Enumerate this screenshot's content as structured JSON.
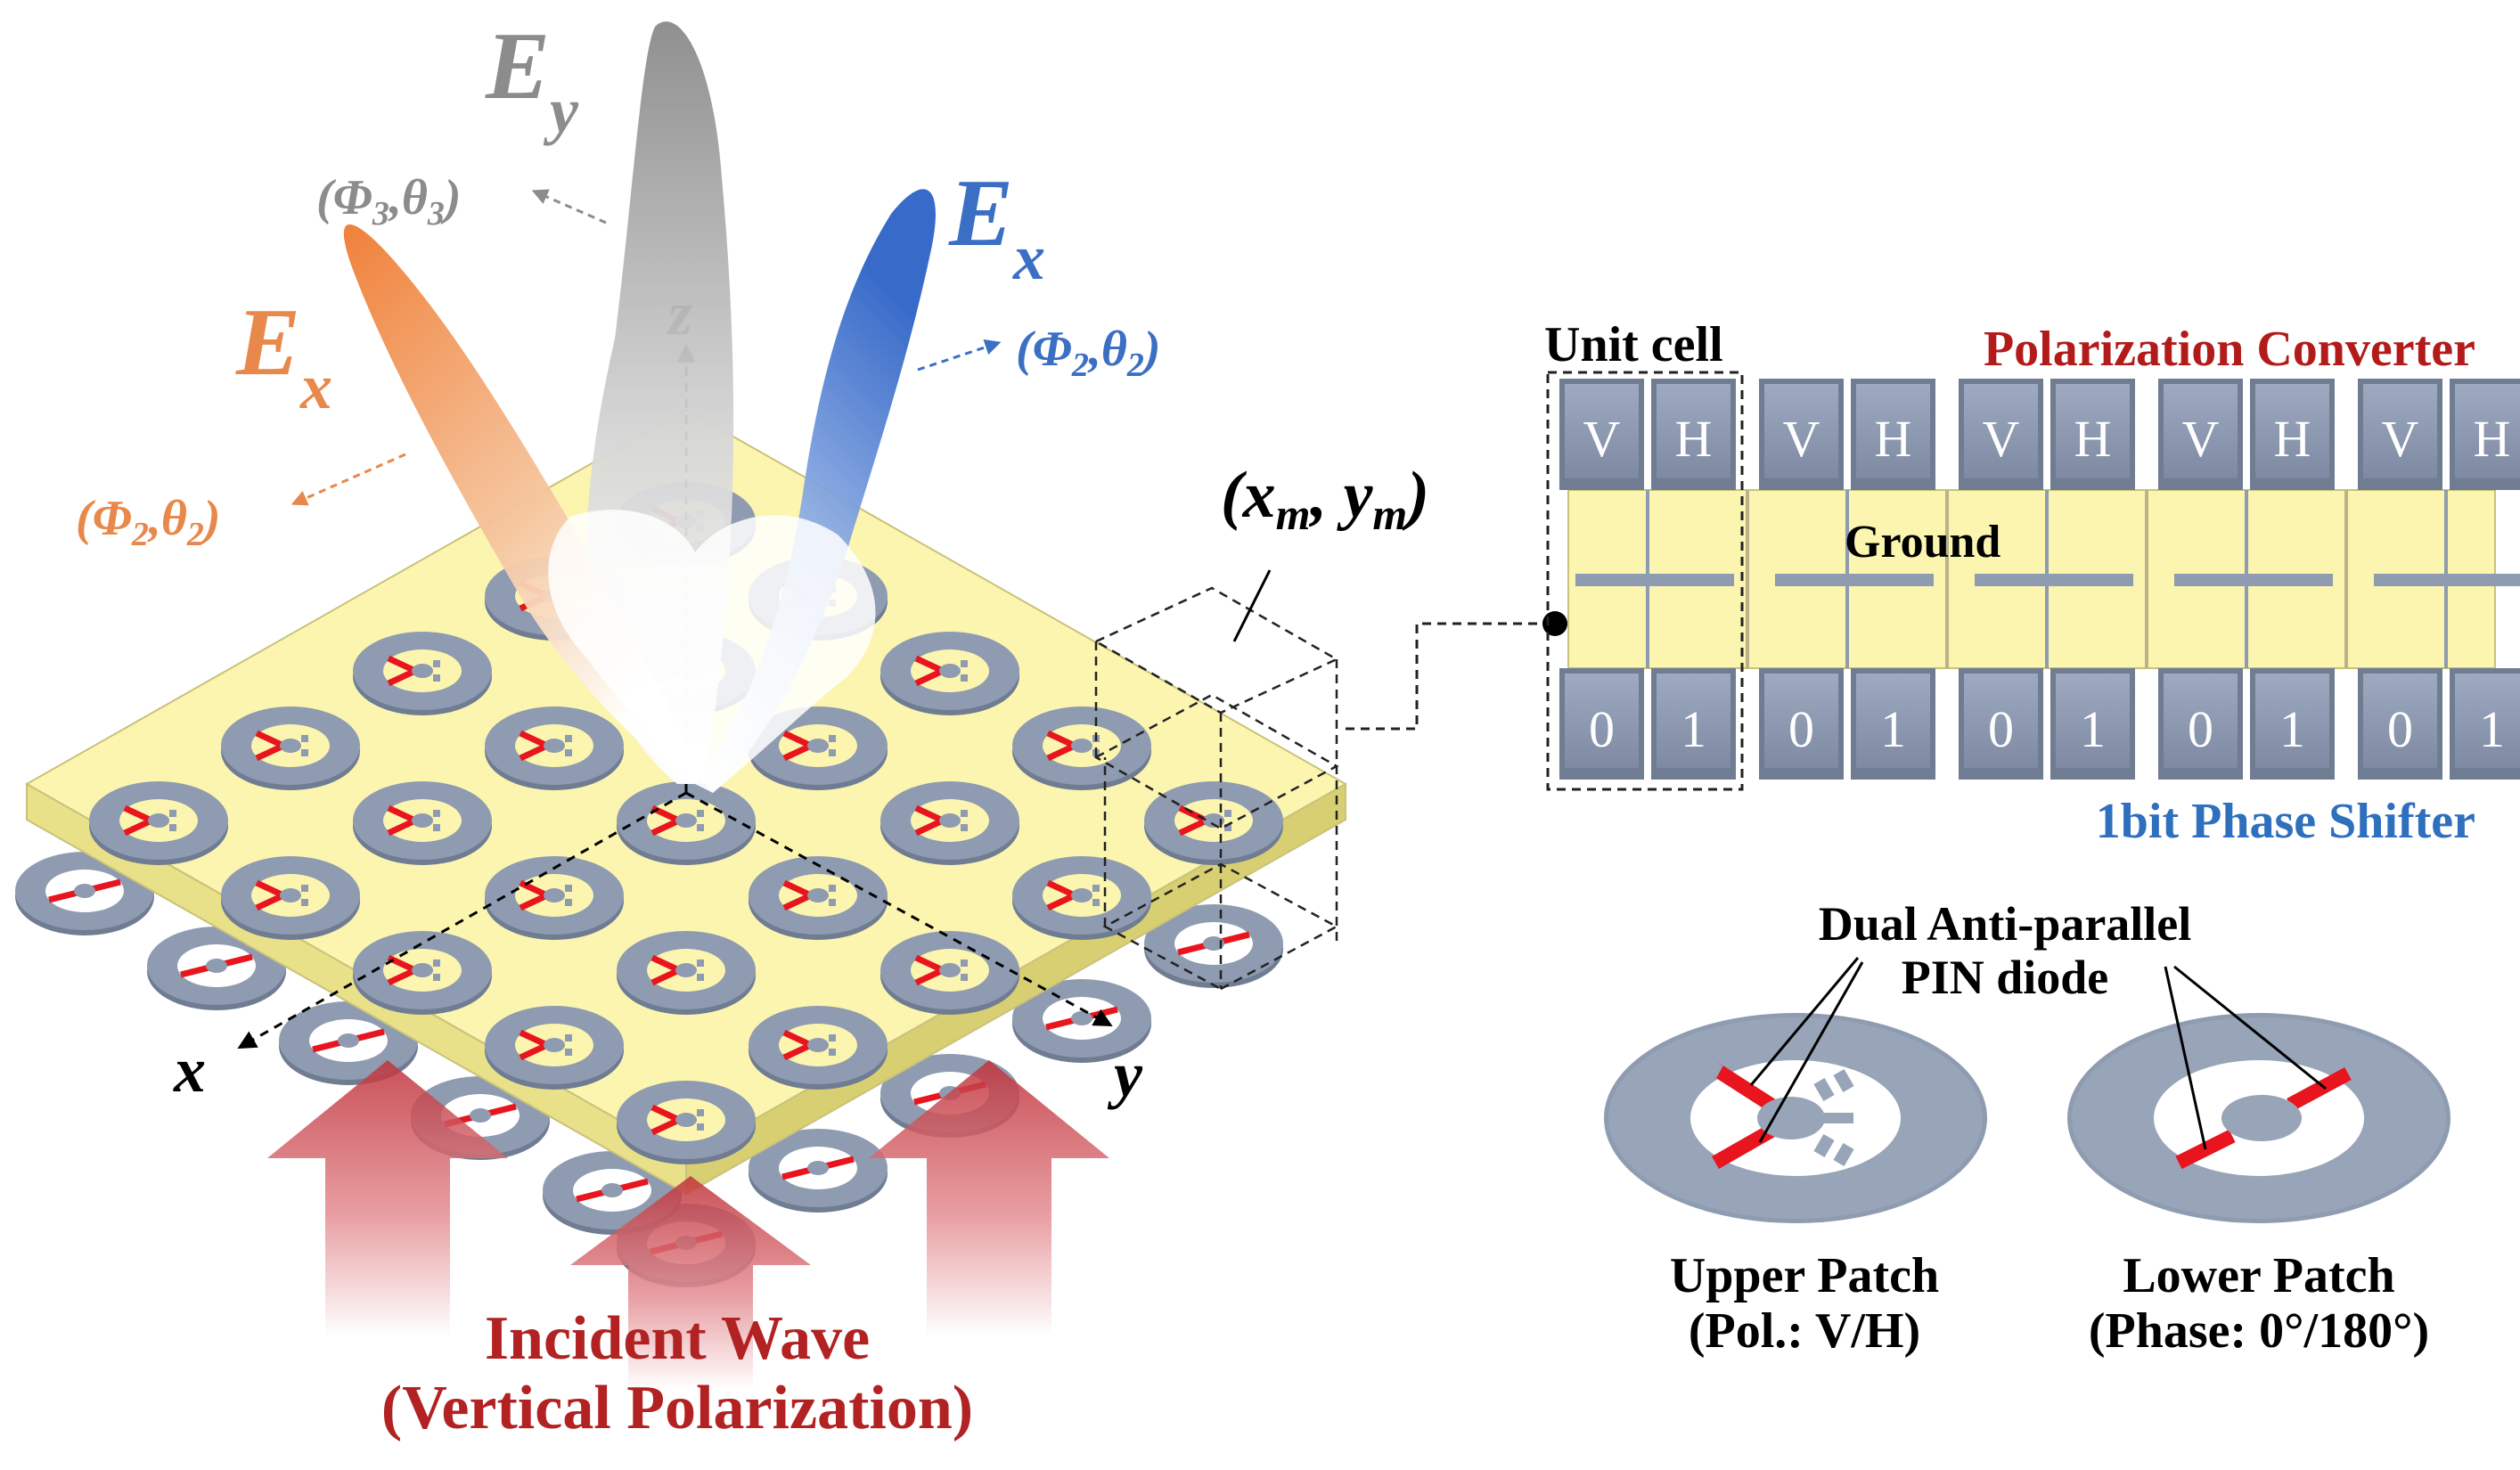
{
  "beams": {
    "ey": {
      "symbol": "E",
      "sub": "y",
      "angle_label": "(Φ3,θ3)",
      "color": "#8c8c8c"
    },
    "ex_right": {
      "symbol": "E",
      "sub": "x",
      "angle_label": "(Φ2,θ2)",
      "color": "#3b6fc4"
    },
    "ex_left": {
      "symbol": "E",
      "sub": "x",
      "angle_label": "(Φ2,θ2)",
      "color": "#e8884a"
    }
  },
  "axes": {
    "x": "x",
    "y": "y",
    "z": "z"
  },
  "position_label": "(xm, ym)",
  "incident": {
    "line1": "Incident Wave",
    "line2": "(Vertical Polarization)",
    "color": "#b22222"
  },
  "unit_cell": {
    "title": "Unit cell",
    "converter_label": "Polarization Converter",
    "ground_label": "Ground",
    "phase_label": "1bit Phase Shifter",
    "top_keys": [
      "V",
      "H",
      "V",
      "H",
      "V",
      "H",
      "V",
      "H",
      "V",
      "H"
    ],
    "bottom_keys": [
      "0",
      "1",
      "0",
      "1",
      "0",
      "1",
      "0",
      "1",
      "0",
      "1"
    ]
  },
  "diode": {
    "line1": "Dual Anti-parallel",
    "line2": "PIN diode"
  },
  "patches": {
    "upper": {
      "title": "Upper Patch",
      "caption": "(Pol.: V/H)"
    },
    "lower": {
      "title": "Lower Patch",
      "caption": "(Phase: 0°/180°)"
    }
  },
  "colors": {
    "substrate": "#fbf5b0",
    "metal": "#8e9bb0",
    "diode_red": "#e8141e",
    "converter_text": "#b31b1b",
    "phase_text": "#2e6fbe"
  }
}
